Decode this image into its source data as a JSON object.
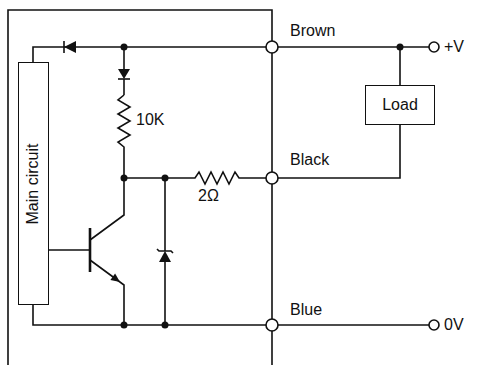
{
  "diagram": {
    "nodes": [
      {
        "text": [
          "Main circuit"
        ]
      },
      {
        "text": [
          "Load"
        ]
      }
    ],
    "labels": [
      "Brown",
      "+V",
      "10K",
      "Black",
      "2Ω",
      "Blue",
      "0V"
    ]
  }
}
